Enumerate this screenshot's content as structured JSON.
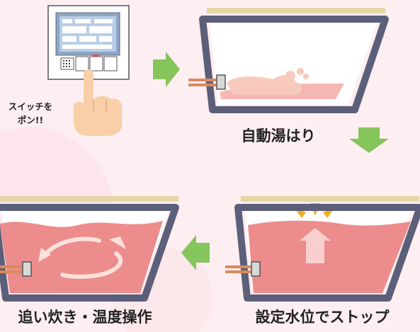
{
  "labels": {
    "switch_line1": "スイッチを",
    "switch_line2": "ポン!!",
    "stage_auto_fill": "自動湯はり",
    "stage_stop": "設定水位でストップ",
    "stage_reheat": "追い炊き・温度操作"
  },
  "colors": {
    "background": "#fdeef1",
    "tub_outline": "#5c5f79",
    "tub_rim": "#e6d6a6",
    "water": "#ed8c8c",
    "light_water": "#f6c7c2",
    "arrow_green": "#86c45c",
    "burst_yellow": "#f2b01c",
    "pipe_copper": "#d98a5c"
  },
  "icons": [
    "remote-control-panel-icon",
    "pointing-hand-icon",
    "flow-arrow-icon",
    "circulation-arrows-icon",
    "water-level-up-arrow-icon"
  ]
}
